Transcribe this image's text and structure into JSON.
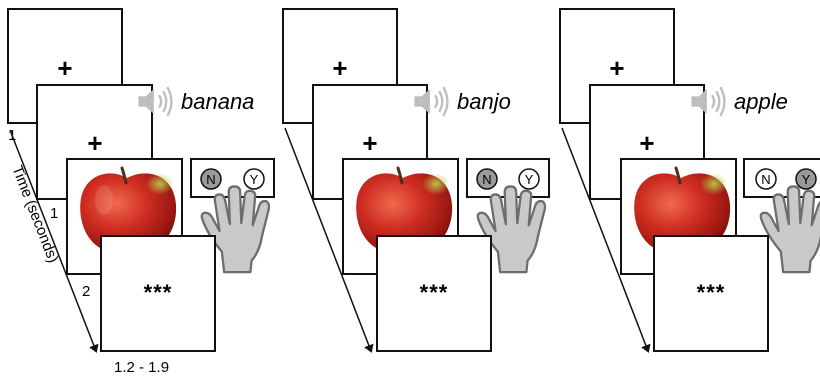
{
  "fixation_symbol": "+",
  "response_symbol": "***",
  "time_axis_label": "Time (seconds)",
  "durations": [
    "1",
    "1",
    "2",
    "1.2 - 1.9"
  ],
  "trials": [
    {
      "word": "banana",
      "response_key": "N"
    },
    {
      "word": "banjo",
      "response_key": "N"
    },
    {
      "word": "apple",
      "response_key": "Y"
    }
  ],
  "keys": {
    "left": "N",
    "right": "Y"
  },
  "image": "apple",
  "icons": [
    "speaker-icon",
    "hand-icon",
    "apple-image",
    "timeline-arrow"
  ],
  "colors": {
    "frame": "#111111",
    "speaker": "#bdbdbd",
    "hand_fill": "#c9c9c9",
    "hand_stroke": "#6d6d6d",
    "pressed_key": "#9a9a9a"
  }
}
